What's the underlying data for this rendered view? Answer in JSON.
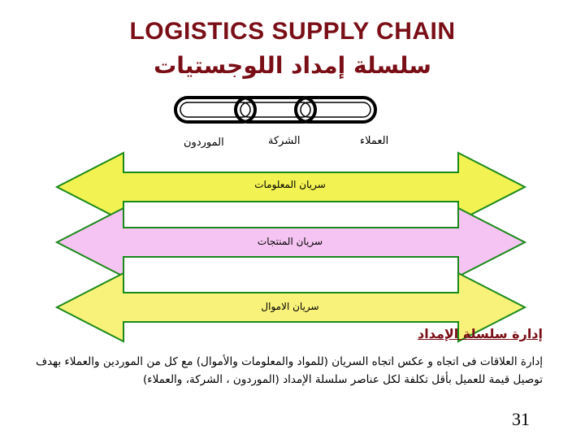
{
  "title_en": "LOGISTICS SUPPLY CHAIN",
  "title_ar": "سلسلة إمداد اللوجستيات",
  "chain": {
    "labels": [
      "الموردون",
      "الشركة",
      "العملاء"
    ]
  },
  "flows": [
    {
      "label": "سريان المعلومات",
      "color": "#f2f252"
    },
    {
      "label": "سريان المنتجات",
      "color": "#f6c4f2"
    },
    {
      "label": "سريان الاموال",
      "color": "#f9f27a"
    }
  ],
  "arrow_stroke_color": "#1a8a1a",
  "heading": "إدارة سلسلة الإمداد",
  "description": "إدارة العلاقات فى اتجاه و عكس اتجاه السريان (للمواد والمعلومات والأموال) مع كل من الموردين والعملاء بهدف توصيل قيمة للعميل بأقل تكلفة لكل عناصر سلسلة الإمداد (الموردون ، الشركة، والعملاء)",
  "page_number": "31"
}
